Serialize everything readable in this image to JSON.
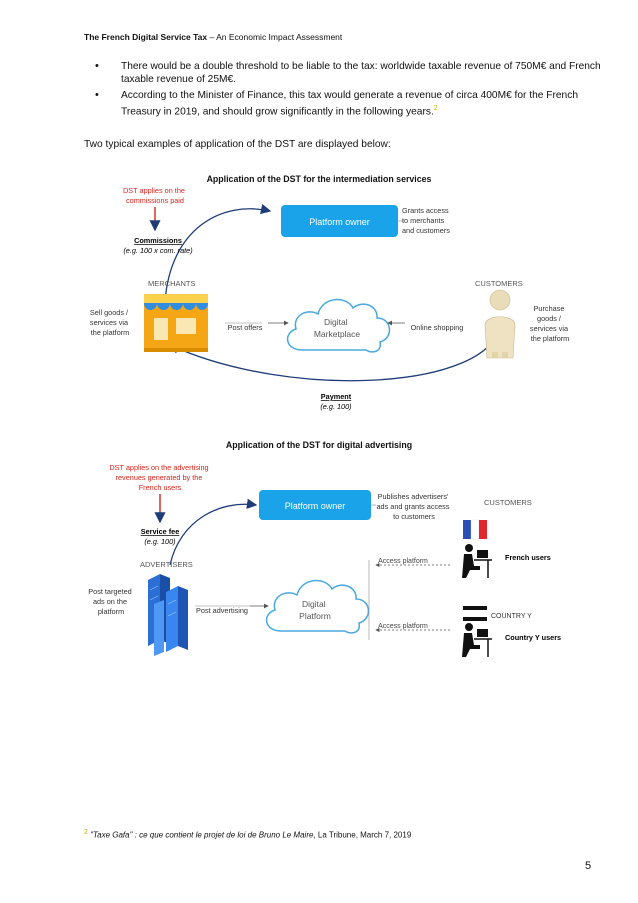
{
  "header": {
    "title_bold": "The French Digital Service Tax",
    "title_rest": " – An Economic Impact Assessment"
  },
  "bullets": [
    {
      "text": "There would be a double threshold to be liable to the tax: worldwide taxable revenue of 750M€ and French taxable revenue of 25M€.",
      "sup": ""
    },
    {
      "text": "According to the Minister of Finance, this tax would generate a revenue of circa 400M€ for the French Treasury in 2019, and should grow significantly in the following years.",
      "sup": "2"
    }
  ],
  "intro": "Two typical examples of application of the DST are displayed below:",
  "diagram1": {
    "caption": "Application of the DST for the intermediation services",
    "dst_note": [
      "DST applies on the",
      "commissions paid"
    ],
    "commissions": "Commissions",
    "commissions_eg": "(e.g. 100 x com. rate)",
    "platform_owner": "Platform owner",
    "grants": [
      "Grants access",
      "to merchants",
      "and customers"
    ],
    "merchants": "MERCHANTS",
    "customers": "CUSTOMERS",
    "sell": [
      "Sell goods /",
      "services via",
      "the platform"
    ],
    "post_offers": "Post offers",
    "digital": [
      "Digital",
      "Marketplace"
    ],
    "online_shopping": "Online shopping",
    "purchase": [
      "Purchase",
      "goods /",
      "services via",
      "the platform"
    ],
    "payment": "Payment",
    "payment_eg": "(e.g. 100)"
  },
  "diagram2": {
    "caption": "Application of the DST for digital advertising",
    "dst_note": [
      "DST applies on the advertising",
      "revenues generated by the",
      "French users"
    ],
    "platform_owner": "Platform owner",
    "publishes": [
      "Publishes advertisers'",
      "ads and grants access",
      "to customers"
    ],
    "customers": "CUSTOMERS",
    "service_fee": "Service fee",
    "service_fee_eg": "(e.g. 100)",
    "advertisers": "ADVERTISERS",
    "access1": "Access platform",
    "french_users": "French users",
    "post_targeted": [
      "Post targeted",
      "ads on the",
      "platform"
    ],
    "post_advertising": "Post advertising",
    "digital": [
      "Digital",
      "Platform"
    ],
    "country_y": "COUNTRY Y",
    "access2": "Access platform",
    "country_y_users": "Country Y users"
  },
  "footnote": {
    "num": "2",
    "italic": "\"Taxe Gafa\" : ce que contient le projet de loi de Bruno Le Maire",
    "rest": ", La Tribune, March 7, 2019"
  },
  "page_number": "5",
  "colors": {
    "platform_blue": "#1aa3e8",
    "red_note": "#d9241c",
    "cloud_stroke": "#4aa8e0"
  }
}
